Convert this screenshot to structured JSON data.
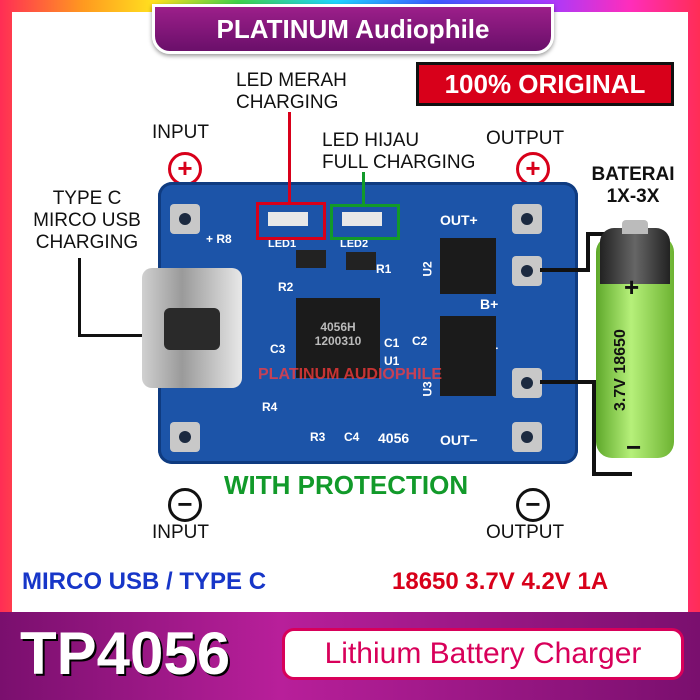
{
  "header": {
    "brand": "PLATINUM Audiophile",
    "badge": "100% ORIGINAL"
  },
  "labels": {
    "led_red": [
      "LED MERAH",
      "CHARGING"
    ],
    "led_green": [
      "LED HIJAU",
      "FULL CHARGING"
    ],
    "input_top": "INPUT",
    "output_top": "OUTPUT",
    "type_c": [
      "TYPE C",
      "MIRCO USB",
      "CHARGING"
    ],
    "battery_qty": [
      "BATERAI",
      "1X-3X"
    ],
    "input_bottom": "INPUT",
    "output_bottom": "OUTPUT",
    "protection": "WITH PROTECTION",
    "connector_types": "MIRCO USB / TYPE C",
    "specs": "18650 3.7V 4.2V 1A"
  },
  "pcb": {
    "out_plus": "OUT+",
    "out_minus": "OUT−",
    "b_plus": "B+",
    "b_minus": "B−",
    "plus_r8": "+ R8",
    "led1": "LED1",
    "led2": "LED2",
    "r1": "R1",
    "r2": "R2",
    "r3": "R3",
    "r4": "R4",
    "c1": "C1",
    "c2": "C2",
    "c3": "C3",
    "c4": "C4",
    "u1": "U1",
    "u2": "U2",
    "u3": "U3",
    "chip_marking": [
      "4056H",
      "1200310"
    ],
    "model_print": "4056",
    "watermark": "PLATINUM AUDIOPHILE"
  },
  "battery": {
    "print": "3.7V 18650",
    "plus": "+",
    "minus": "−"
  },
  "footer": {
    "model": "TP4056",
    "title": "Lithium Battery Charger"
  },
  "colors": {
    "accent_red": "#d8001a",
    "accent_green": "#129a2a",
    "accent_blue": "#1736c8",
    "banner_purple": "#7a0f6e",
    "pcb_blue": "#1c54a8"
  }
}
